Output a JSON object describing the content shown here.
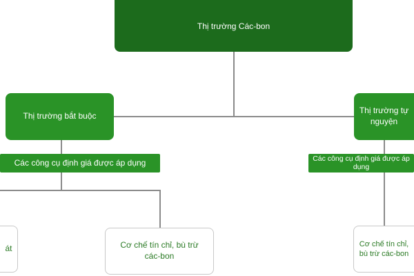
{
  "root": {
    "label": "Thị trường Các-bon"
  },
  "left": {
    "label": "Thị trường bắt buộc",
    "bar": "Các công cụ định giá được áp dụng",
    "leaves": [
      "át",
      "Cơ chế tín chỉ, bù trừ các-bon"
    ]
  },
  "right": {
    "label": "Thị trường tự nguyện",
    "bar": "Các công cụ định giá được áp dụng",
    "leaves": [
      "Cơ chế tín chỉ, bù trừ các-bon"
    ]
  },
  "colors": {
    "root": "#1c6b1c",
    "node": "#2a9327",
    "leaf_text": "#2a7a24",
    "connector": "#8a8a8a"
  }
}
